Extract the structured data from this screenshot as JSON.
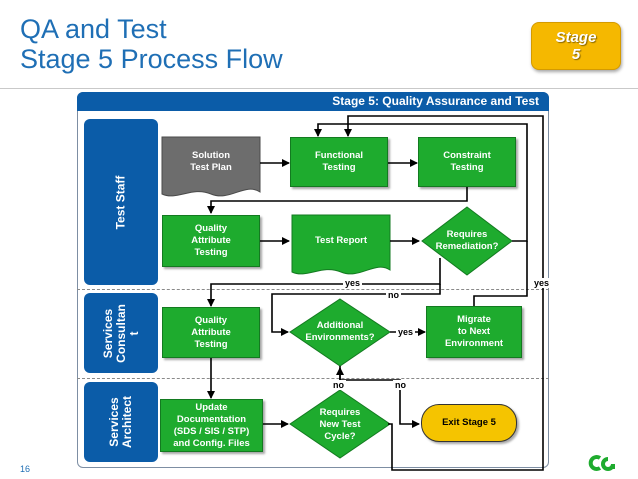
{
  "header": {
    "title_line1": "QA and Test",
    "title_line2": "Stage 5 Process Flow",
    "badge_line1": "Stage",
    "badge_line2": "5"
  },
  "diagram": {
    "frame_title": "Stage 5: Quality Assurance and Test",
    "lanes": {
      "test_staff": "Test Staff",
      "services_consultant_line1": "Services",
      "services_consultant_line2": "Consultan",
      "services_consultant_line3": "t",
      "services_architect_line1": "Services",
      "services_architect_line2": "Architect"
    },
    "nodes": {
      "solution_test_plan_1": "Solution",
      "solution_test_plan_2": "Test Plan",
      "functional_testing_1": "Functional",
      "functional_testing_2": "Testing",
      "constraint_testing_1": "Constraint",
      "constraint_testing_2": "Testing",
      "qat_staff_1": "Quality",
      "qat_staff_2": "Attribute",
      "qat_staff_3": "Testing",
      "test_report": "Test Report",
      "requires_remediation_1": "Requires",
      "requires_remediation_2": "Remediation?",
      "qat_consultant_1": "Quality",
      "qat_consultant_2": "Attribute",
      "qat_consultant_3": "Testing",
      "additional_env_1": "Additional",
      "additional_env_2": "Environments?",
      "migrate_1": "Migrate",
      "migrate_2": "to Next",
      "migrate_3": "Environment",
      "update_doc_1": "Update",
      "update_doc_2": "Documentation",
      "update_doc_3": "(SDS / SIS / STP)",
      "update_doc_4": "and Config. Files",
      "requires_new_cycle_1": "Requires",
      "requires_new_cycle_2": "New Test",
      "requires_new_cycle_3": "Cycle?",
      "exit_stage": "Exit Stage 5"
    },
    "edge_labels": {
      "yes_remediation_right": "yes",
      "yes_remediation_down": "yes",
      "no_remediation": "no",
      "yes_additional": "yes",
      "no_additional": "no",
      "no_new_cycle": "no"
    }
  },
  "footer": {
    "page_number": "16",
    "logo_text": "ca"
  },
  "colors": {
    "title_blue": "#1f6fb5",
    "lane_blue": "#0b5ca8",
    "process_green": "#1eab2e",
    "document_gray": "#6d6d6d",
    "badge_yellow": "#f5b800",
    "exit_yellow": "#f5c400"
  }
}
